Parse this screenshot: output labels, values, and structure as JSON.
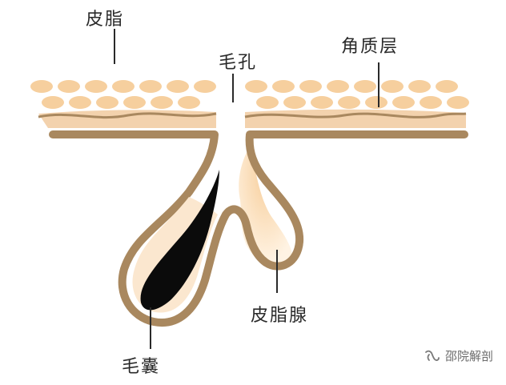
{
  "labels": {
    "sebum": "皮脂",
    "pore": "毛孔",
    "stratum_corneum": "角质层",
    "sebaceous_gland": "皮脂腺",
    "hair_follicle": "毛囊"
  },
  "watermark": {
    "text": "邵院解剖",
    "icon": "wechat-channel-icon"
  },
  "colors": {
    "background": "#ffffff",
    "cell_fill": "#f6cf9e",
    "skin_band": "#f3d2ad",
    "outline_brown": "#a9885f",
    "gland_fill": "#fbe3c4",
    "hair": "#0b0b0b",
    "leader_line": "#2a2a2a"
  }
}
